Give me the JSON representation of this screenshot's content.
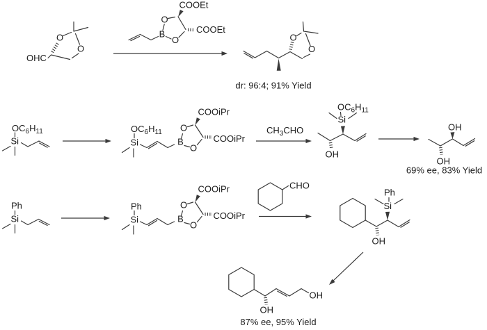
{
  "scheme": {
    "captions": {
      "step1": "dr: 96:4; 91% Yield",
      "step2": "69% ee, 83% Yield",
      "step3": "87% ee, 95% Yield"
    },
    "labels": {
      "ohc": "OHC",
      "oxygen": "O",
      "boron": "B",
      "silicon": "Si",
      "phenyl": "Ph",
      "hydroxyl": "OH",
      "aldehyde": "CHO",
      "ester_ethyl": "COOEt",
      "ester_isopropyl": "COOiPr",
      "oc": "OC",
      "sub6": "6",
      "hydrogen": "H",
      "sub11": "11",
      "ch": "CH",
      "sub3": "3"
    },
    "colors": {
      "line": "#3a3a3a",
      "text": "#1c1c1c",
      "background": "#ffffff"
    }
  }
}
